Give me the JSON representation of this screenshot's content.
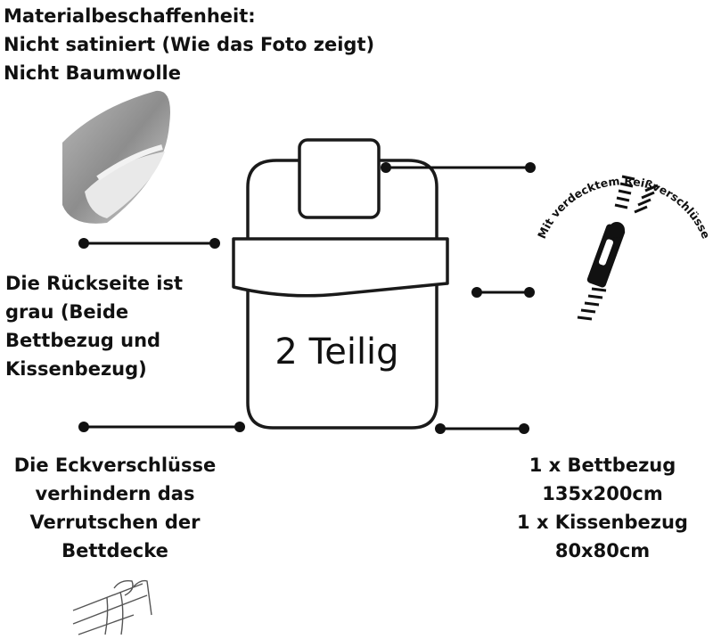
{
  "material": {
    "lines": [
      "Materialbeschaffenheit:",
      "Nicht satiniert (Wie das Foto zeigt)",
      "Nicht Baumwolle"
    ]
  },
  "diagram": {
    "center_label": "2 Teilig"
  },
  "zipper": {
    "label": "Mit verdecktem Reißverschlüsse"
  },
  "back_side": {
    "lines": [
      "Die Rückseite ist",
      "grau (Beide",
      "Bettbezug und",
      "Kissenbezug)"
    ]
  },
  "corner_fasteners": {
    "lines": [
      "Die Eckverschlüsse",
      "verhindern das",
      "Verrutschen der",
      "Bettdecke"
    ]
  },
  "contents": {
    "lines": [
      "1 x Bettbezug",
      "135x200cm",
      "1 x Kissenbezug",
      "80x80cm"
    ]
  }
}
